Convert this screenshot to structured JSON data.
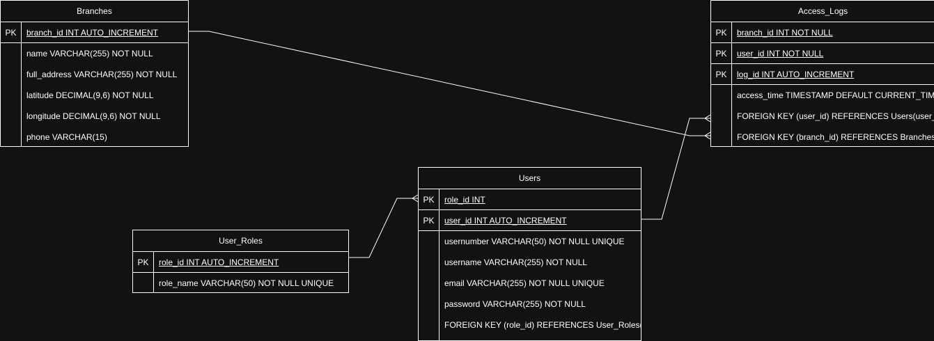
{
  "entities": {
    "branches": {
      "title": "Branches",
      "pk": [
        {
          "key": "PK",
          "field": "branch_id INT AUTO_INCREMENT"
        }
      ],
      "attrs": [
        "name VARCHAR(255) NOT NULL",
        "full_address VARCHAR(255) NOT NULL",
        "latitude DECIMAL(9,6) NOT NULL",
        "longitude DECIMAL(9,6) NOT NULL",
        "phone VARCHAR(15)"
      ]
    },
    "access_logs": {
      "title": "Access_Logs",
      "pk": [
        {
          "key": "PK",
          "field": "branch_id INT NOT NULL"
        },
        {
          "key": "PK",
          "field": "user_id INT NOT NULL"
        },
        {
          "key": "PK",
          "field": "log_id INT AUTO_INCREMENT"
        }
      ],
      "attrs": [
        "access_time TIMESTAMP DEFAULT CURRENT_TIMESTAMP",
        "FOREIGN KEY (user_id) REFERENCES Users(user_id)",
        "FOREIGN KEY (branch_id) REFERENCES Branches(branch_id)"
      ]
    },
    "users": {
      "title": "Users",
      "pk": [
        {
          "key": "PK",
          "field": "role_id INT"
        },
        {
          "key": "PK",
          "field": "user_id INT AUTO_INCREMENT"
        }
      ],
      "attrs": [
        "usernumber VARCHAR(50) NOT NULL UNIQUE",
        "username VARCHAR(255) NOT NULL",
        "email VARCHAR(255) NOT NULL UNIQUE",
        "password VARCHAR(255) NOT NULL",
        "FOREIGN KEY (role_id) REFERENCES User_Roles(role_id)"
      ]
    },
    "user_roles": {
      "title": "User_Roles",
      "pk": [
        {
          "key": "PK",
          "field": "role_id INT AUTO_INCREMENT"
        }
      ],
      "attrs": [
        "role_name VARCHAR(50) NOT NULL UNIQUE"
      ]
    }
  },
  "colors": {
    "background": "#121212",
    "line": "#ffffff"
  }
}
